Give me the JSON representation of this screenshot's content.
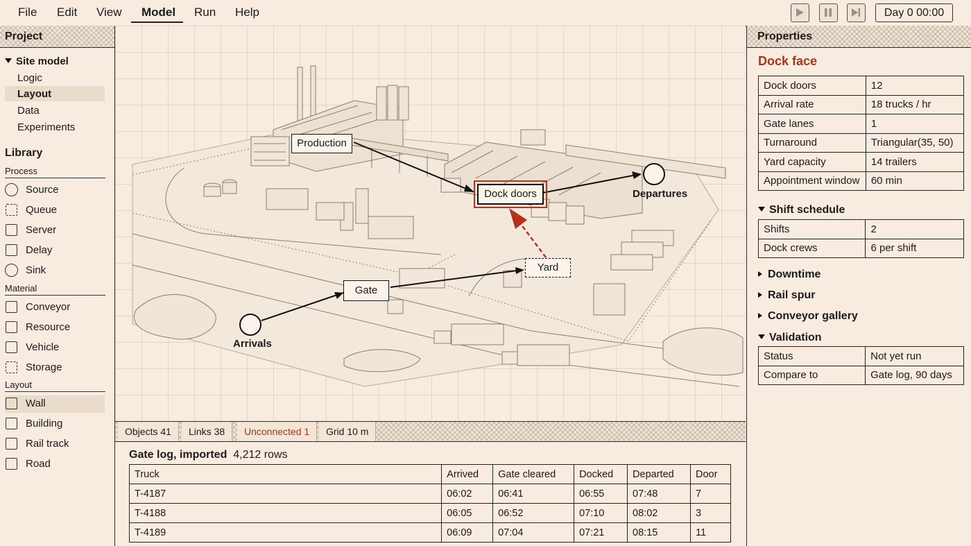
{
  "menu": {
    "items": [
      "File",
      "Edit",
      "View",
      "Model",
      "Run",
      "Help"
    ],
    "active": "Model"
  },
  "toolbar": {
    "play_icon": "play-icon",
    "pause_icon": "pause-icon",
    "step_icon": "step-icon",
    "clock": "Day 0  00:00"
  },
  "left": {
    "project_title": "Project",
    "tree": {
      "root": "Site model",
      "children": [
        "Logic",
        "Layout",
        "Data",
        "Experiments"
      ],
      "selected": "Layout"
    },
    "library_title": "Library",
    "groups": [
      {
        "name": "Process",
        "items": [
          {
            "label": "Source",
            "icon": "circle"
          },
          {
            "label": "Queue",
            "icon": "dashed-square"
          },
          {
            "label": "Server",
            "icon": "square"
          },
          {
            "label": "Delay",
            "icon": "square"
          },
          {
            "label": "Sink",
            "icon": "circle"
          }
        ]
      },
      {
        "name": "Material",
        "items": [
          {
            "label": "Conveyor",
            "icon": "square"
          },
          {
            "label": "Resource",
            "icon": "square"
          },
          {
            "label": "Vehicle",
            "icon": "square"
          },
          {
            "label": "Storage",
            "icon": "dashed-square"
          }
        ]
      },
      {
        "name": "Layout",
        "items": [
          {
            "label": "Wall",
            "icon": "square",
            "selected": true
          },
          {
            "label": "Building",
            "icon": "square"
          },
          {
            "label": "Rail track",
            "icon": "square"
          },
          {
            "label": "Road",
            "icon": "square"
          }
        ]
      }
    ]
  },
  "canvas": {
    "nodes": {
      "production": "Production",
      "dock_doors": "Dock doors",
      "departures": "Departures",
      "yard": "Yard",
      "gate": "Gate",
      "arrivals": "Arrivals"
    },
    "selected_node": "Dock doors",
    "accent_color": "#b4321d"
  },
  "status": {
    "objects": "Objects 41",
    "links": "Links 38",
    "unconnected": "Unconnected 1",
    "grid": "Grid 10 m"
  },
  "log": {
    "title": "Gate log, imported",
    "rows_count": "4,212 rows",
    "columns": [
      "Truck",
      "Arrived",
      "Gate cleared",
      "Docked",
      "Departed",
      "Door"
    ],
    "rows": [
      [
        "T-4187",
        "06:02",
        "06:41",
        "06:55",
        "07:48",
        "7"
      ],
      [
        "T-4188",
        "06:05",
        "06:52",
        "07:10",
        "08:02",
        "3"
      ],
      [
        "T-4189",
        "06:09",
        "07:04",
        "07:21",
        "08:15",
        "11"
      ]
    ]
  },
  "properties": {
    "panel_title": "Properties",
    "object_title": "Dock face",
    "rows": [
      [
        "Dock doors",
        "12"
      ],
      [
        "Arrival rate",
        "18 trucks / hr"
      ],
      [
        "Gate lanes",
        "1"
      ],
      [
        "Turnaround",
        "Triangular(35, 50)"
      ],
      [
        "Yard capacity",
        "14 trailers"
      ],
      [
        "Appointment window",
        "60 min"
      ]
    ],
    "shift_schedule": {
      "title": "Shift schedule",
      "rows": [
        [
          "Shifts",
          "2"
        ],
        [
          "Dock crews",
          "6 per shift"
        ]
      ]
    },
    "collapsed": [
      "Downtime",
      "Rail spur",
      "Conveyor gallery"
    ],
    "validation": {
      "title": "Validation",
      "rows": [
        [
          "Status",
          "Not yet run"
        ],
        [
          "Compare to",
          "Gate log, 90 days"
        ]
      ]
    }
  }
}
